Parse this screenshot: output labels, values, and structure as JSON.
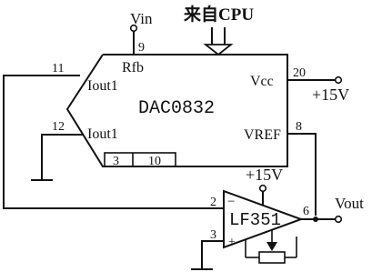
{
  "cpu_label": "来自CPU",
  "vin_label": "Vin",
  "vout_label": "Vout",
  "vcc_supply": "+15V",
  "amp_supply": "+15V",
  "dac": {
    "name": "DAC0832",
    "rfb": "Rfb",
    "iout1_upper": "Iout1",
    "iout1_lower": "Iout1",
    "vcc": "Vcc",
    "vref": "VREF"
  },
  "pins": {
    "p9": "9",
    "p11": "11",
    "p12": "12",
    "p20": "20",
    "p8": "8",
    "p3": "3",
    "p10": "10"
  },
  "opamp": {
    "name": "LF351",
    "pin_inv": "2",
    "pin_noninv": "3",
    "pin_out": "6",
    "minus": "−",
    "plus": "+"
  }
}
